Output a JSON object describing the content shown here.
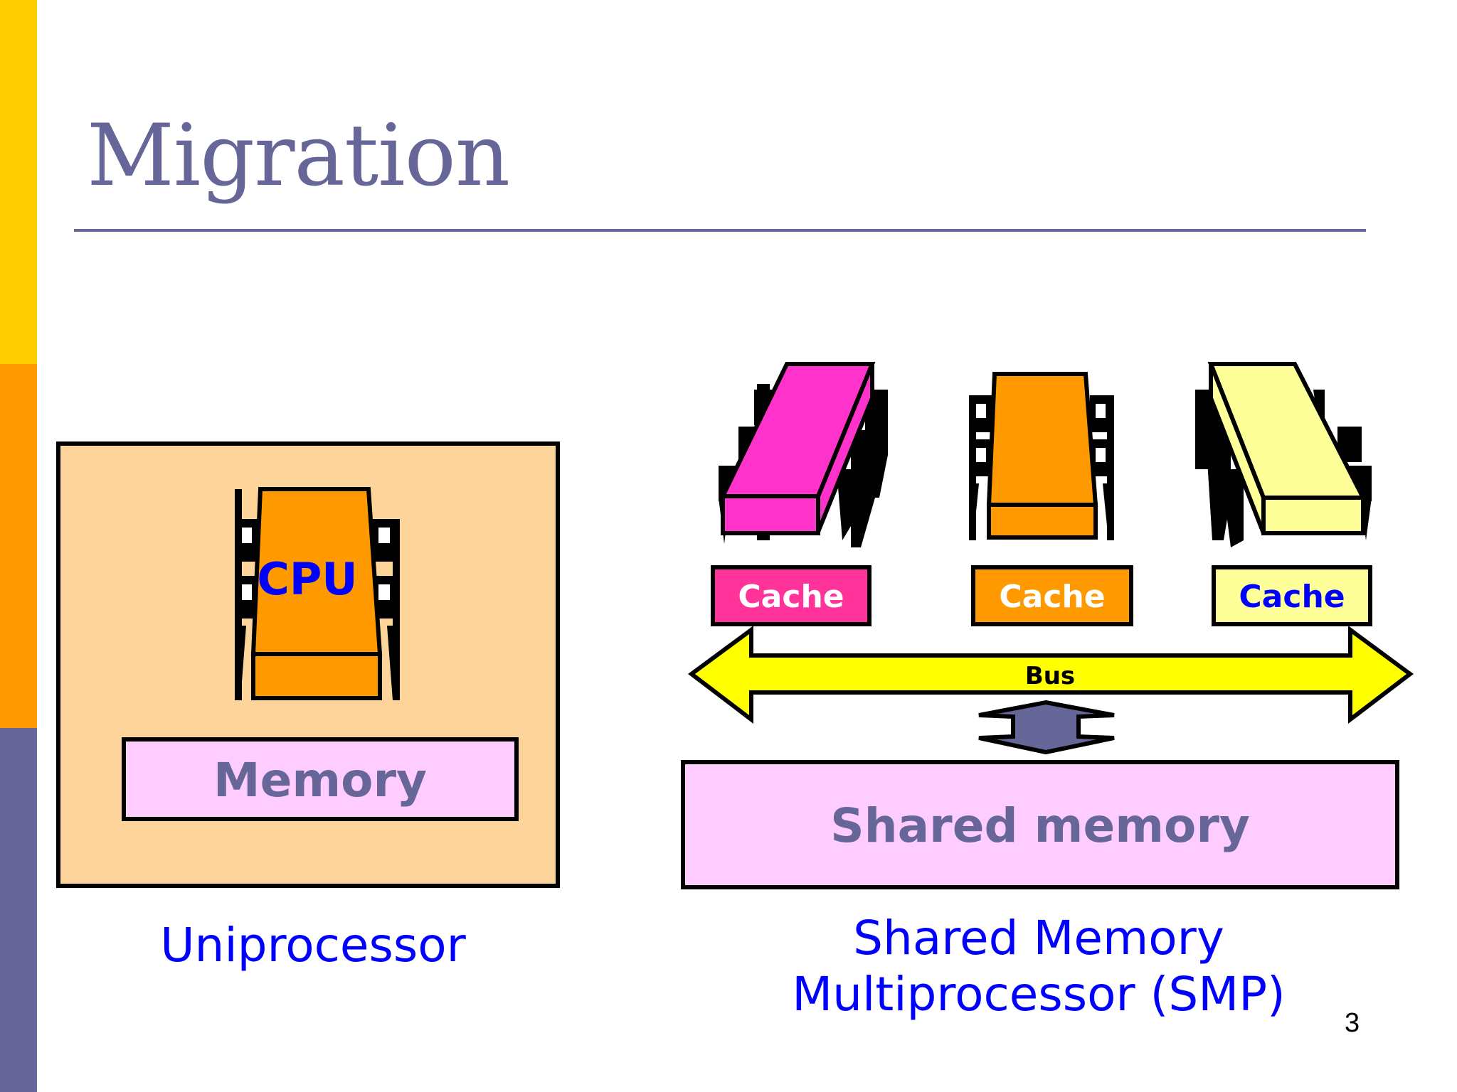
{
  "slide": {
    "title": "Migration",
    "page_number": "3"
  },
  "colors": {
    "accent": "#666699",
    "caption_blue": "#0000FF",
    "uni_box": "#FDD59A",
    "memory_fill": "#FFCCFF",
    "cpu_orange": "#FF9900",
    "pink": "#FF33CC",
    "cache_pink": "#FF3399",
    "yellow_chip": "#FFFF99",
    "bus_yellow": "#FFFF00"
  },
  "uniprocessor": {
    "cpu_label": "CPU",
    "memory_label": "Memory",
    "caption": "Uniprocessor"
  },
  "smp": {
    "caches": [
      {
        "label": "Cache"
      },
      {
        "label": "Cache"
      },
      {
        "label": "Cache"
      }
    ],
    "bus_label": "Bus",
    "shared_memory_label": "Shared memory",
    "caption_line1": "Shared Memory",
    "caption_line2": "Multiprocessor (SMP)"
  }
}
